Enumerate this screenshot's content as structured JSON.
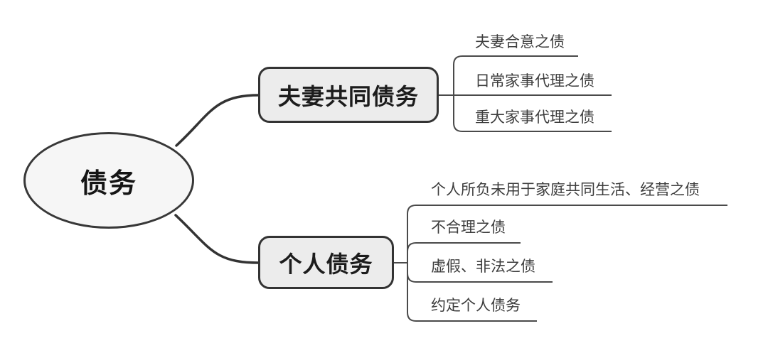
{
  "mindmap": {
    "type": "mindmap",
    "root": {
      "label": "债务"
    },
    "branches": [
      {
        "label": "夫妻共同债务",
        "children": [
          {
            "label": "夫妻合意之债"
          },
          {
            "label": "日常家事代理之债"
          },
          {
            "label": "重大家事代理之债"
          }
        ]
      },
      {
        "label": "个人债务",
        "children": [
          {
            "label": "个人所负未用于家庭共同生活、经营之债"
          },
          {
            "label": "不合理之债"
          },
          {
            "label": "虚假、非法之债"
          },
          {
            "label": "约定个人债务"
          }
        ]
      }
    ],
    "colors": {
      "background": "#ffffff",
      "root_fill": "#f6f6f6",
      "node_fill": "#ececec",
      "node_border": "#333333",
      "connector_line": "#4a4a4a",
      "leaf_text": "#3d3d3d",
      "node_text": "#1c1c1c"
    }
  }
}
